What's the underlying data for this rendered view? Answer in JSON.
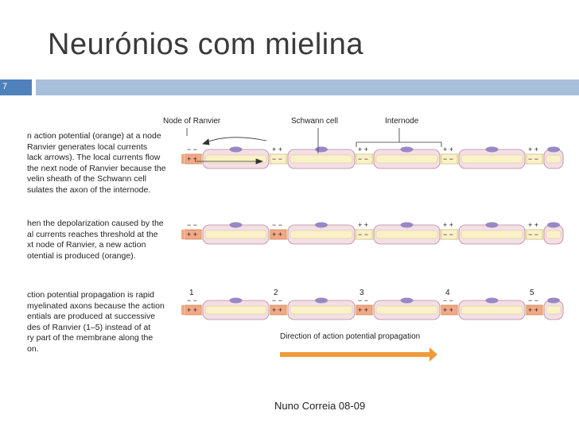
{
  "slide": {
    "title": "Neurónios com mielina",
    "number": "7",
    "footer": "Nuno Correia 08-09"
  },
  "figure": {
    "labels": {
      "node": "Node of Ranvier",
      "schwann": "Schwann cell",
      "internode": "Internode",
      "direction": "Direction of action potential propagation"
    },
    "captions": {
      "a_lines": [
        "n action potential (orange) at a node",
        "Ranvier generates local currents",
        "lack arrows). The local currents flow",
        "the next node of Ranvier because the",
        "velin sheath of the Schwann cell",
        "sulates the axon of the internode."
      ],
      "b_lines": [
        "hen the depolarization caused by the",
        "al currents reaches threshold at the",
        "xt node of Ranvier, a new action",
        "otential is produced (orange)."
      ],
      "c_lines": [
        "ction potential propagation is rapid",
        "myelinated axons because the action",
        "entials are produced at successive",
        "des of Ranvier (1–5) instead of at",
        "ry part of the membrane along the",
        "on."
      ]
    },
    "node_numbers": [
      "1",
      "2",
      "3",
      "4",
      "5"
    ],
    "charges": {
      "neg": "− −",
      "pos": "+ +"
    },
    "colors": {
      "myelin": "#f3dfe6",
      "myelin_edge": "#b88a98",
      "axon": "#fbf1c8",
      "nucleus": "#9a88c4",
      "active": "#f1a886",
      "active_edge": "#d4724e",
      "arrow": "#ef9a3a",
      "title_bar": "#4f81bd",
      "rule": "#a8bfdc"
    }
  }
}
